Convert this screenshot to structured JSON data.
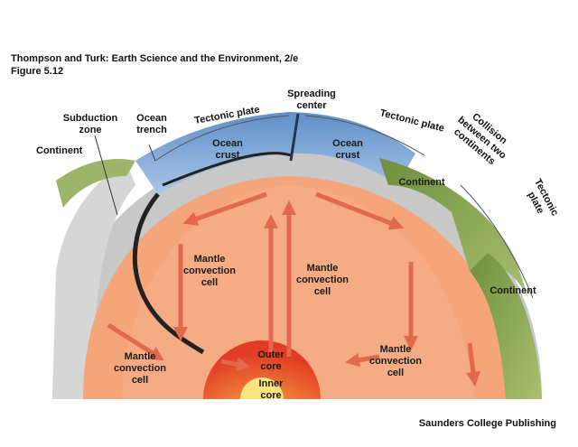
{
  "header": {
    "line1": "Thompson and Turk: Earth Science and the Environment, 2/e",
    "line2": "Figure 5.12"
  },
  "publisher": "Saunders College Publishing",
  "labels": {
    "subduction_zone": [
      "Subduction",
      "zone"
    ],
    "ocean_trench": [
      "Ocean",
      "trench"
    ],
    "tectonic_plate_left": "Tectonic plate",
    "spreading_center": [
      "Spreading",
      "center"
    ],
    "tectonic_plate_right": "Tectonic plate",
    "collision": [
      "Collision",
      "between two",
      "continents"
    ],
    "tectonic_plate_far": [
      "Tectonic",
      "plate"
    ],
    "continent_left": "Continent",
    "ocean_crust_left": [
      "Ocean",
      "crust"
    ],
    "ocean_crust_right": [
      "Ocean",
      "crust"
    ],
    "continent_mid": "Continent",
    "continent_right": "Continent",
    "mantle_cell_1": [
      "Mantle",
      "convection",
      "cell"
    ],
    "mantle_cell_2": [
      "Mantle",
      "convection",
      "cell"
    ],
    "mantle_cell_3": [
      "Mantle",
      "convection",
      "cell"
    ],
    "mantle_cell_4": [
      "Mantle",
      "convection",
      "cell"
    ],
    "outer_core": [
      "Outer",
      "core"
    ],
    "inner_core": [
      "Inner",
      "core"
    ]
  },
  "colors": {
    "mantle": "#f2a27a",
    "mantle_light": "#f6b48c",
    "ocean_crust": "#7fa8d6",
    "continent": "#8fae5a",
    "lithosphere_grey": "#c9c9c9",
    "outer_core": "#e8412b",
    "inner_core": "#f6e27a",
    "arrow": "#e2684e"
  }
}
